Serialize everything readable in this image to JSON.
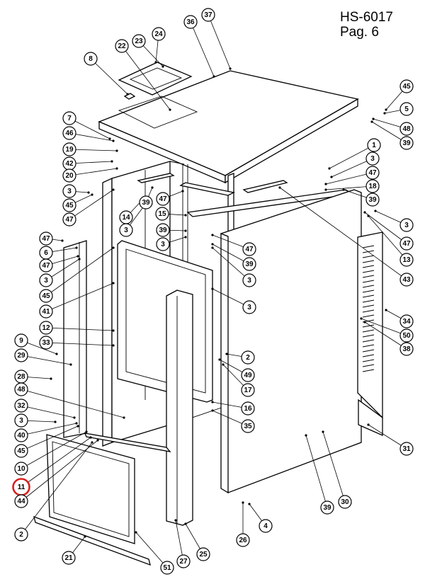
{
  "header": {
    "model": "HS-6017",
    "page": "Pag. 6"
  },
  "highlight_color": "#d92020",
  "callouts": [
    {
      "n": "37",
      "hl": false
    },
    {
      "n": "36",
      "hl": false
    },
    {
      "n": "24",
      "hl": false
    },
    {
      "n": "23",
      "hl": false
    },
    {
      "n": "22",
      "hl": false
    },
    {
      "n": "8",
      "hl": false
    },
    {
      "n": "7",
      "hl": false
    },
    {
      "n": "46",
      "hl": false
    },
    {
      "n": "19",
      "hl": false
    },
    {
      "n": "42",
      "hl": false
    },
    {
      "n": "20",
      "hl": false
    },
    {
      "n": "3",
      "hl": false
    },
    {
      "n": "45",
      "hl": false
    },
    {
      "n": "47",
      "hl": false
    },
    {
      "n": "39",
      "hl": false
    },
    {
      "n": "14",
      "hl": false
    },
    {
      "n": "3",
      "hl": false
    },
    {
      "n": "47",
      "hl": false
    },
    {
      "n": "15",
      "hl": false
    },
    {
      "n": "39",
      "hl": false
    },
    {
      "n": "3",
      "hl": false
    },
    {
      "n": "47",
      "hl": false
    },
    {
      "n": "6",
      "hl": false
    },
    {
      "n": "47",
      "hl": false
    },
    {
      "n": "3",
      "hl": false
    },
    {
      "n": "45",
      "hl": false
    },
    {
      "n": "41",
      "hl": false
    },
    {
      "n": "12",
      "hl": false
    },
    {
      "n": "33",
      "hl": false
    },
    {
      "n": "9",
      "hl": false
    },
    {
      "n": "29",
      "hl": false
    },
    {
      "n": "28",
      "hl": false
    },
    {
      "n": "48",
      "hl": false
    },
    {
      "n": "32",
      "hl": false
    },
    {
      "n": "3",
      "hl": false
    },
    {
      "n": "40",
      "hl": false
    },
    {
      "n": "45",
      "hl": false
    },
    {
      "n": "10",
      "hl": false
    },
    {
      "n": "11",
      "hl": true
    },
    {
      "n": "44",
      "hl": false
    },
    {
      "n": "2",
      "hl": false
    },
    {
      "n": "21",
      "hl": false
    },
    {
      "n": "51",
      "hl": false
    },
    {
      "n": "27",
      "hl": false
    },
    {
      "n": "25",
      "hl": false
    },
    {
      "n": "26",
      "hl": false
    },
    {
      "n": "4",
      "hl": false
    },
    {
      "n": "39",
      "hl": false
    },
    {
      "n": "30",
      "hl": false
    },
    {
      "n": "31",
      "hl": false
    },
    {
      "n": "35",
      "hl": false
    },
    {
      "n": "16",
      "hl": false
    },
    {
      "n": "17",
      "hl": false
    },
    {
      "n": "49",
      "hl": false
    },
    {
      "n": "2",
      "hl": false
    },
    {
      "n": "38",
      "hl": false
    },
    {
      "n": "50",
      "hl": false
    },
    {
      "n": "34",
      "hl": false
    },
    {
      "n": "43",
      "hl": false
    },
    {
      "n": "13",
      "hl": false
    },
    {
      "n": "47",
      "hl": false
    },
    {
      "n": "3",
      "hl": false
    },
    {
      "n": "39",
      "hl": false
    },
    {
      "n": "18",
      "hl": false
    },
    {
      "n": "47",
      "hl": false
    },
    {
      "n": "3",
      "hl": false
    },
    {
      "n": "1",
      "hl": false
    },
    {
      "n": "39",
      "hl": false
    },
    {
      "n": "48",
      "hl": false
    },
    {
      "n": "5",
      "hl": false
    },
    {
      "n": "45",
      "hl": false
    },
    {
      "n": "3",
      "hl": false
    },
    {
      "n": "39",
      "hl": false
    },
    {
      "n": "3",
      "hl": false
    },
    {
      "n": "47",
      "hl": false
    }
  ]
}
